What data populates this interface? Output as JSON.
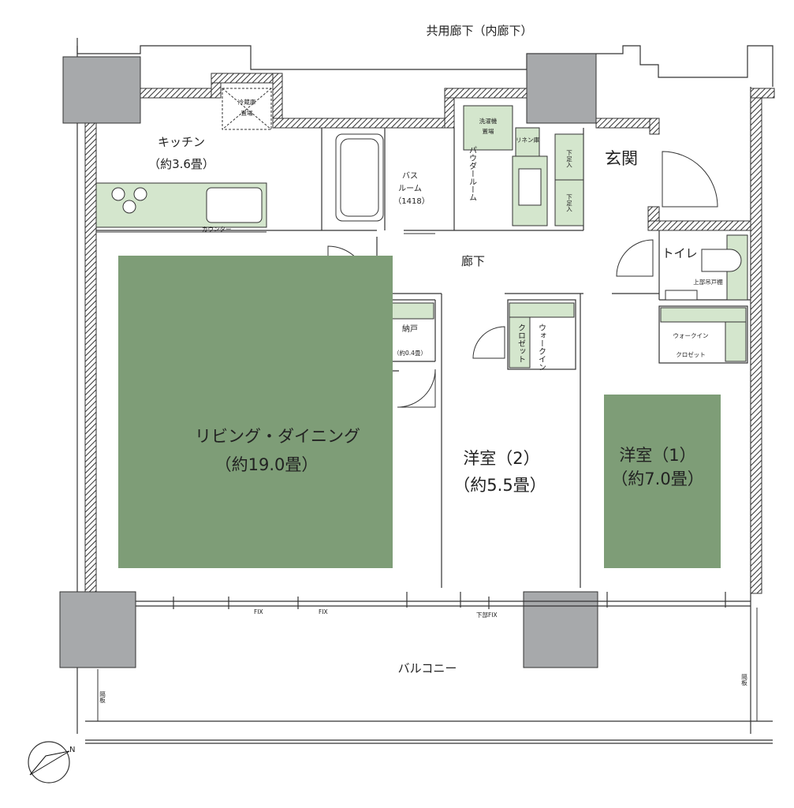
{
  "plan": {
    "corridor": "共用廊下（内廊下）",
    "kitchen": {
      "name": "キッチン",
      "size": "（約3.6畳）",
      "counter": "カウンター"
    },
    "living": {
      "name": "リビング・ダイニング",
      "size": "（約19.0畳）"
    },
    "bath": {
      "name_line1": "バス",
      "name_line2": "ルーム",
      "size": "（1418）"
    },
    "powder": {
      "name": "パウダールーム",
      "washer": [
        "洗濯機",
        "置場"
      ],
      "linen": "リネン庫"
    },
    "entrance": "玄関",
    "shoe": [
      "下足入",
      "下足入"
    ],
    "hallway": "廊下",
    "toilet": {
      "name": "トイレ",
      "shelf": "上部吊戸棚"
    },
    "storage": {
      "name": "納戸",
      "size": "（約0.4畳）"
    },
    "room2": {
      "name": "洋室（2）",
      "size": "（約5.5畳）",
      "closet": [
        "ウォークイン",
        "クロゼット"
      ]
    },
    "room1": {
      "name": "洋室（1）",
      "size": "（約7.0畳）",
      "closet": [
        "ウォークイン",
        "クロゼット"
      ]
    },
    "fridge": [
      "冷蔵庫",
      "置場"
    ],
    "balcony": "バルコニー",
    "fix_labels": [
      "FIX",
      "FIX",
      "下部FIX"
    ],
    "partition": "隔板",
    "north": "N"
  },
  "colors": {
    "floor_green": "#7e9d77",
    "fixture_green": "#d4e6cd",
    "column_gray": "#a7a9ab",
    "line": "#333333"
  }
}
